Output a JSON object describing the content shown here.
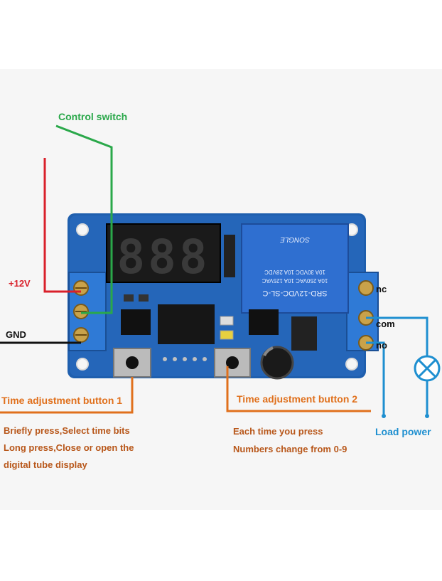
{
  "labels": {
    "control_switch": "Control switch",
    "plus12v": "+12V",
    "gnd": "GND",
    "nc": "nc",
    "com": "com",
    "no": "no",
    "button1": "Time adjustment button 1",
    "button2": "Time adjustment button 2",
    "button1_desc_line1": "Briefly press,Select time bits",
    "button1_desc_line2": "Long press,Close or open the",
    "button1_desc_line3": "digital tube display",
    "button2_desc_line1": "Each time you press",
    "button2_desc_line2": "Numbers change from 0-9",
    "load_power": "Load power"
  },
  "display": {
    "digits": "888"
  },
  "relay": {
    "line1": "SRD-12VDC-SL-C",
    "line2": "10A 250VAC 10A 125VAC",
    "line3": "10A 30VDC 10A 28VDC",
    "brand": "SONGLE"
  },
  "colors": {
    "wire_red": "#d9202a",
    "wire_green": "#2aa84a",
    "wire_black": "#111111",
    "wire_orange": "#e0701c",
    "wire_blue": "#1e8fd0",
    "pcb": "#1f5fae",
    "relay": "#2f6fd0"
  }
}
